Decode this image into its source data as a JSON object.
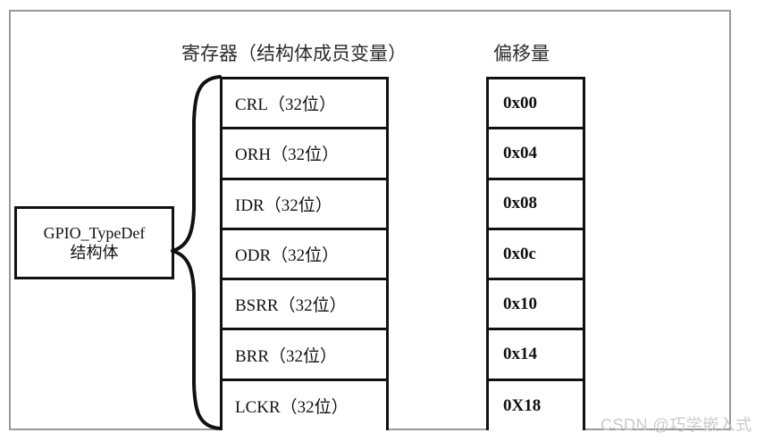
{
  "diagram": {
    "headers": {
      "registers": "寄存器（结构体成员变量）",
      "offsets": "偏移量"
    },
    "struct_box": {
      "line1": "GPIO_TypeDef",
      "line2": "结构体"
    },
    "registers": [
      {
        "label": "CRL（32位）",
        "offset": "0x00"
      },
      {
        "label": "ORH（32位）",
        "offset": "0x04"
      },
      {
        "label": "IDR（32位）",
        "offset": "0x08"
      },
      {
        "label": "ODR（32位）",
        "offset": "0x0c"
      },
      {
        "label": "BSRR（32位）",
        "offset": "0x10"
      },
      {
        "label": "BRR（32位）",
        "offset": "0x14"
      },
      {
        "label": "LCKR（32位）",
        "offset": "0X18"
      }
    ],
    "watermark": "CSDN @巧学嵌入式",
    "colors": {
      "line": "#111111",
      "frame": "#999999",
      "text": "#111111",
      "watermark": "#c9c9c9",
      "background": "#ffffff"
    }
  }
}
